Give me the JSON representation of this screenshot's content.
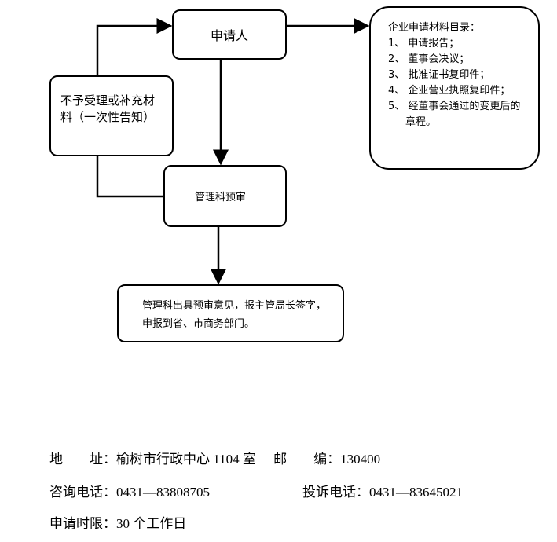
{
  "applicant": "申请人",
  "reject": "不予受理或补充材料（一次性告知）",
  "pre_review": "管理科预审",
  "result": "管理科出具预审意见，报主管局长签字，申报到省、市商务部门。",
  "materials": {
    "title": "企业申请材料目录：",
    "items": [
      "1、 申请报告；",
      "2、 董事会决议；",
      "3、 批准证书复印件；",
      "4、 企业营业执照复印件；",
      "5、 经董事会通过的变更后的章程。"
    ]
  },
  "footer": {
    "address_label": "地　　址：",
    "address": "榆树市行政中心 1104 室",
    "postcode_label": "邮　　编：",
    "postcode": "130400",
    "consult_label": "咨询电话：",
    "consult": "0431—83808705",
    "complaint_label": "投诉电话：",
    "complaint": "0431—83645021",
    "limit_label": "申请时限：",
    "limit": "30 个工作日"
  }
}
